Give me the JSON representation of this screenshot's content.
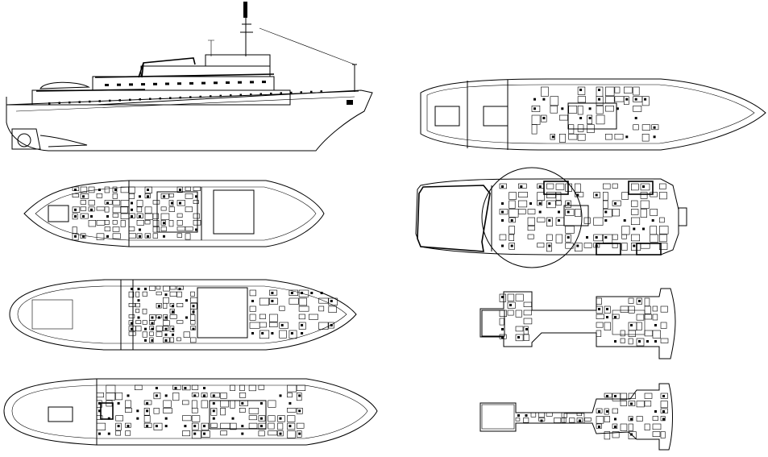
{
  "drawing": {
    "background": "#ffffff",
    "line_color": "#000000",
    "views": [
      {
        "id": "side-profile",
        "kind": "elevation"
      },
      {
        "id": "deck-plan-1",
        "kind": "plan"
      },
      {
        "id": "deck-plan-2",
        "kind": "plan"
      },
      {
        "id": "deck-plan-3",
        "kind": "plan"
      },
      {
        "id": "deck-plan-4",
        "kind": "plan"
      },
      {
        "id": "deck-plan-5",
        "kind": "plan"
      },
      {
        "id": "deck-plan-6",
        "kind": "plan"
      },
      {
        "id": "deck-plan-7",
        "kind": "plan"
      }
    ]
  }
}
